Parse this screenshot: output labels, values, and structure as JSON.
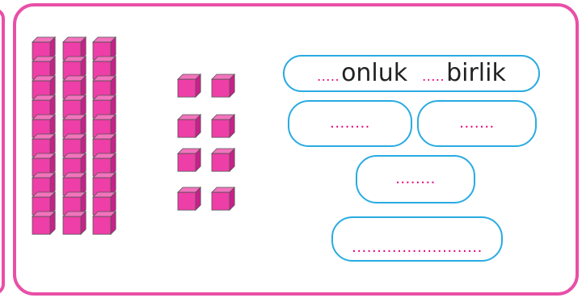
{
  "colors": {
    "border": "#e94fa7",
    "pill": "#29abe2",
    "dots": "#e6007e",
    "cube": "#ee3ea7",
    "cube_top": "#f373bd",
    "cube_side": "#c9208a"
  },
  "blocks": {
    "rods": 3,
    "units": 8
  },
  "answer_pill": {
    "tens_blank": ".....",
    "tens_word": "onluk",
    "ones_blank": ".....",
    "ones_word": "birlik"
  },
  "blanks": {
    "left": "........",
    "right": ".......",
    "middle": "........",
    "bottom": ".........................."
  }
}
